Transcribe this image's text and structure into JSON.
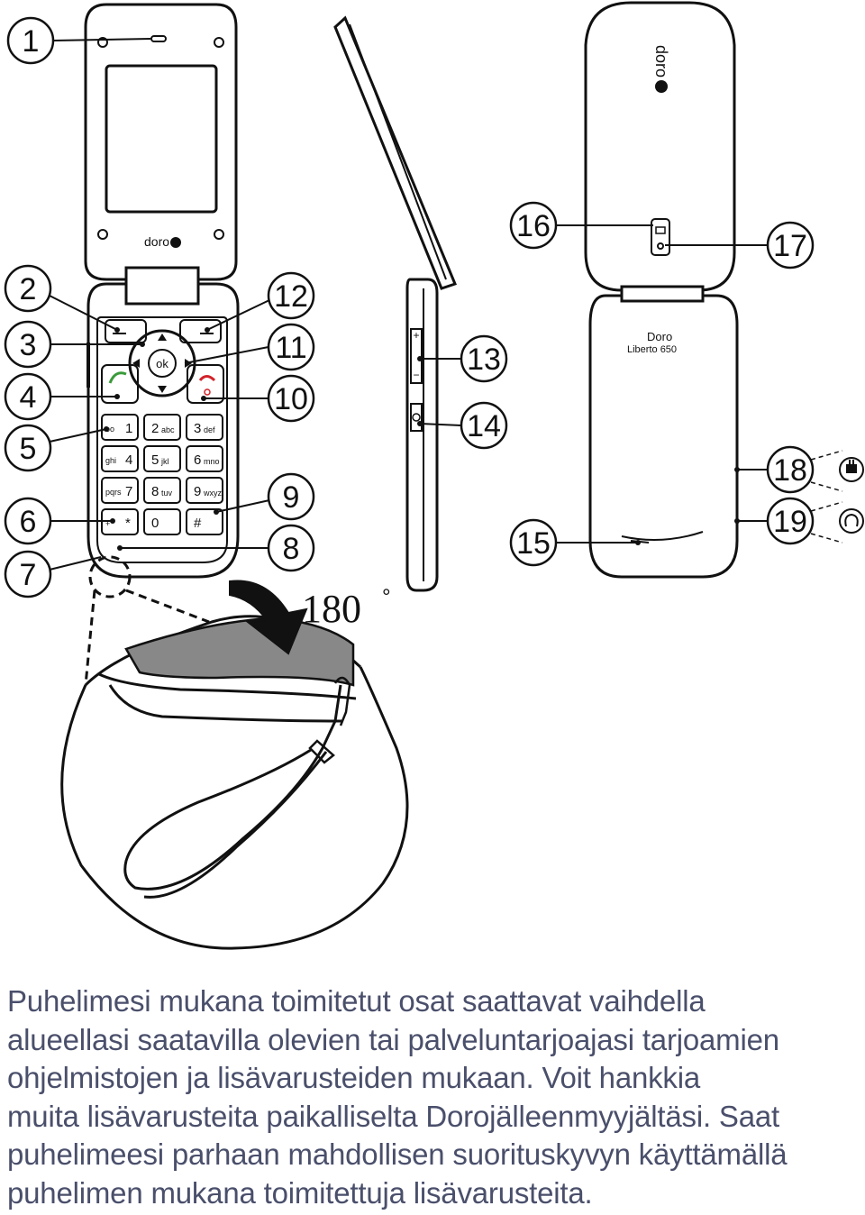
{
  "figure": {
    "callouts": [
      "1",
      "2",
      "3",
      "4",
      "5",
      "6",
      "7",
      "8",
      "9",
      "10",
      "11",
      "12",
      "13",
      "14",
      "15",
      "16",
      "17",
      "18",
      "19"
    ],
    "rotation_label": "180",
    "degree_symbol": "°",
    "brand_logo": "doro",
    "back_brand": "Doro",
    "back_model": "Liberto 650",
    "keypad": [
      {
        "main": "1",
        "sub": "ᴏᴏ"
      },
      {
        "main": "2",
        "sub": "abc"
      },
      {
        "main": "3",
        "sub": "def"
      },
      {
        "main": "4",
        "sub": "ghi"
      },
      {
        "main": "5",
        "sub": "jkl"
      },
      {
        "main": "6",
        "sub": "mno"
      },
      {
        "main": "7",
        "sub": "pqrs"
      },
      {
        "main": "8",
        "sub": "tuv"
      },
      {
        "main": "9",
        "sub": "wxyz"
      },
      {
        "main": "*",
        "sub": "+"
      },
      {
        "main": "0",
        "sub": ""
      },
      {
        "main": "#",
        "sub": ""
      }
    ],
    "ok_label": "ok",
    "side_plus": "+",
    "side_minus": "−",
    "icons": [
      "earpiece-icon",
      "call-icon",
      "end-call-icon",
      "voicemail-icon",
      "camera-icon",
      "flashlight-icon",
      "charger-icon",
      "headset-icon",
      "strap-icon",
      "rotate-arrow-icon"
    ],
    "colors": {
      "call_green": "#3a9a3a",
      "end_red": "#d2232a",
      "caption": "#4a4f6b",
      "strap_shade": "#8a8a8a"
    }
  },
  "caption": {
    "lines": [
      "Puhelimesi mukana toimitetut osat saattavat vaihdella",
      "alueellasi saatavilla olevien tai palveluntarjoajasi tarjoamien",
      "ohjelmistojen ja lisävarusteiden mukaan. Voit hankkia",
      "muita lisävarusteita paikalliselta Dorojälleenmyyjältäsi. Saat",
      "puhelimeesi parhaan mahdollisen suorituskyvyn käyttämällä",
      "puhelimen mukana toimitettuja lisävarusteita."
    ]
  }
}
